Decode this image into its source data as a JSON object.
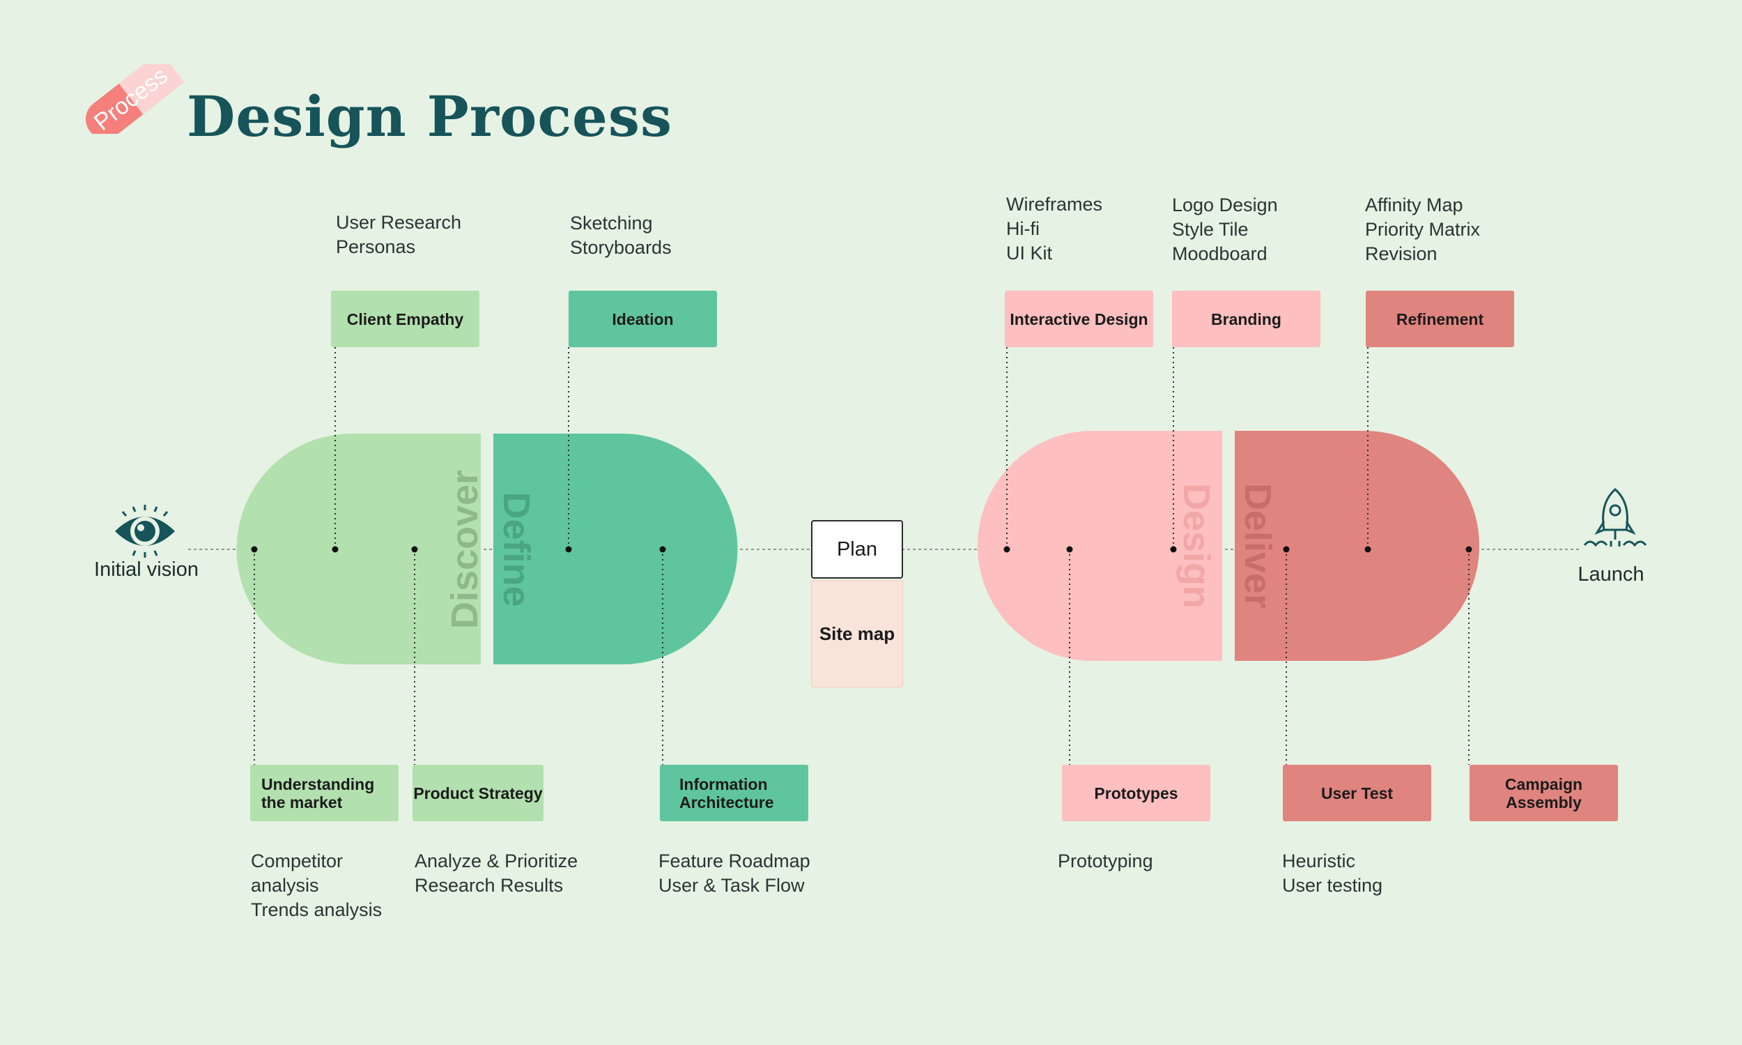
{
  "header": {
    "title": "Design Process",
    "logo_text": "Process"
  },
  "ends": {
    "start_label": "Initial vision",
    "end_label": "Launch"
  },
  "phases": {
    "discover": "Discover",
    "define": "Define",
    "design": "Design",
    "deliver": "Deliver"
  },
  "center": {
    "plan": "Plan",
    "sitemap": "Site map"
  },
  "top_items": [
    {
      "label": "Client Empathy",
      "notes": "User Research\nPersonas"
    },
    {
      "label": "Ideation",
      "notes": "Sketching\nStoryboards"
    },
    {
      "label": "Interactive Design",
      "notes": "Wireframes\nHi-fi\nUI Kit"
    },
    {
      "label": "Branding",
      "notes": "Logo Design\nStyle Tile\nMoodboard"
    },
    {
      "label": "Refinement",
      "notes": "Affinity Map\nPriority Matrix\nRevision"
    }
  ],
  "bottom_items": [
    {
      "label": "Understanding\nthe market",
      "notes": "Competitor\nanalysis\nTrends analysis"
    },
    {
      "label": "Product Strategy",
      "notes": "Analyze & Prioritize\nResearch Results"
    },
    {
      "label": "Information\nArchitecture",
      "notes": "Feature Roadmap\nUser & Task Flow"
    },
    {
      "label": "Prototypes",
      "notes": "Prototyping"
    },
    {
      "label": "User Test",
      "notes": "Heuristic\nUser testing"
    },
    {
      "label": "Campaign\nAssembly",
      "notes": ""
    }
  ],
  "colors": {
    "background": "#e6f2e3",
    "light_green": "#b2e0ae",
    "teal": "#5ec59f",
    "light_pink": "#fdbfbf",
    "coral": "#e0847f",
    "title": "#16545a",
    "sitemap": "#f8e4da"
  },
  "icons": {
    "start": "eye-icon",
    "end": "rocket-icon"
  }
}
